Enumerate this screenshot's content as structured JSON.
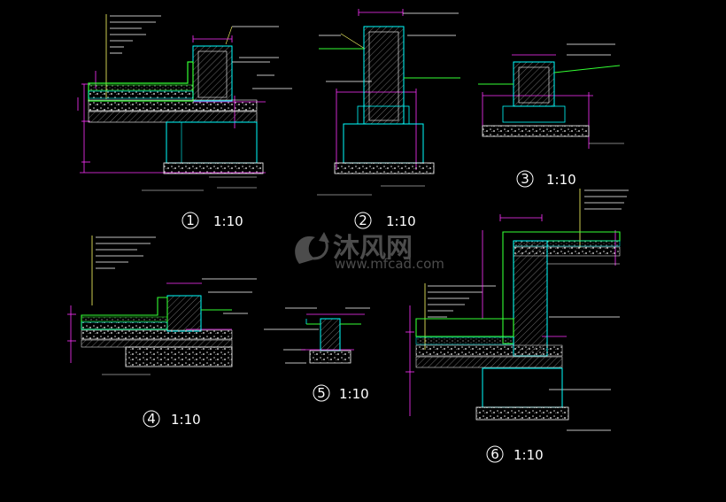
{
  "drawing": {
    "background": "#000000",
    "colors": {
      "outline": "#00ffff",
      "dimension": "#ff33ff",
      "finish": "#33ff33",
      "hatch": "#ffffff",
      "leader": "#ffff66",
      "text": "#ffffff"
    },
    "details": [
      {
        "id": "1",
        "number": "1",
        "scale": "1:10"
      },
      {
        "id": "2",
        "number": "2",
        "scale": "1:10"
      },
      {
        "id": "3",
        "number": "3",
        "scale": "1:10"
      },
      {
        "id": "4",
        "number": "4",
        "scale": "1:10"
      },
      {
        "id": "5",
        "number": "5",
        "scale": "1:10"
      },
      {
        "id": "6",
        "number": "6",
        "scale": "1:10"
      }
    ],
    "watermark": {
      "brand": "沐风网",
      "url": "www.mfcad.com",
      "logo_icon": "mfcad-logo-icon"
    }
  }
}
